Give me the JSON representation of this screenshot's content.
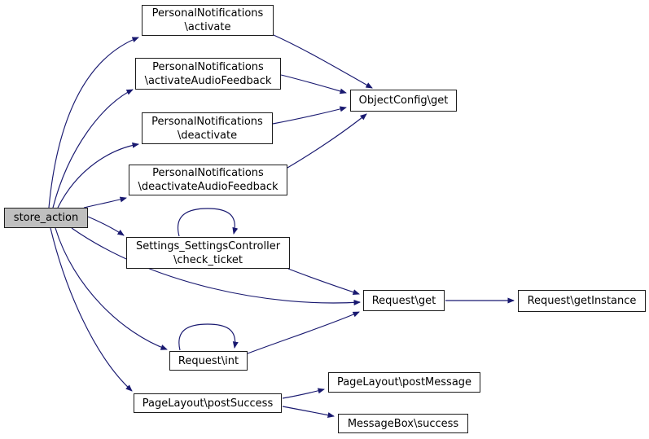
{
  "graph": {
    "colors": {
      "background": "#ffffff",
      "edge": "#191970",
      "node_border": "#1c1c1c",
      "node_fill": "#ffffff",
      "focus_node_fill": "#bfbfbf",
      "text": "#000000"
    },
    "nodes": {
      "store_action": {
        "lines": [
          "store_action"
        ],
        "focus": true
      },
      "activate": {
        "lines": [
          "PersonalNotifications",
          "\\activate"
        ]
      },
      "activate_audio": {
        "lines": [
          "PersonalNotifications",
          "\\activateAudioFeedback"
        ]
      },
      "deactivate": {
        "lines": [
          "PersonalNotifications",
          "\\deactivate"
        ]
      },
      "deactivate_audio": {
        "lines": [
          "PersonalNotifications",
          "\\deactivateAudioFeedback"
        ]
      },
      "object_config_get": {
        "lines": [
          "ObjectConfig\\get"
        ]
      },
      "check_ticket": {
        "lines": [
          "Settings_SettingsController",
          "\\check_ticket"
        ]
      },
      "request_get": {
        "lines": [
          "Request\\get"
        ]
      },
      "request_get_instance": {
        "lines": [
          "Request\\getInstance"
        ]
      },
      "request_int": {
        "lines": [
          "Request\\int"
        ]
      },
      "post_success": {
        "lines": [
          "PageLayout\\postSuccess"
        ]
      },
      "post_message": {
        "lines": [
          "PageLayout\\postMessage"
        ]
      },
      "message_box_success": {
        "lines": [
          "MessageBox\\success"
        ]
      }
    },
    "edges": [
      {
        "from": "store_action",
        "to": "activate"
      },
      {
        "from": "store_action",
        "to": "activate_audio"
      },
      {
        "from": "store_action",
        "to": "deactivate"
      },
      {
        "from": "store_action",
        "to": "deactivate_audio"
      },
      {
        "from": "store_action",
        "to": "check_ticket"
      },
      {
        "from": "store_action",
        "to": "request_get"
      },
      {
        "from": "store_action",
        "to": "request_int"
      },
      {
        "from": "store_action",
        "to": "post_success"
      },
      {
        "from": "activate",
        "to": "object_config_get"
      },
      {
        "from": "activate_audio",
        "to": "object_config_get"
      },
      {
        "from": "deactivate",
        "to": "object_config_get"
      },
      {
        "from": "deactivate_audio",
        "to": "object_config_get"
      },
      {
        "from": "check_ticket",
        "to": "check_ticket"
      },
      {
        "from": "check_ticket",
        "to": "request_get"
      },
      {
        "from": "request_int",
        "to": "request_int"
      },
      {
        "from": "request_int",
        "to": "request_get"
      },
      {
        "from": "request_get",
        "to": "request_get_instance"
      },
      {
        "from": "post_success",
        "to": "post_message"
      },
      {
        "from": "post_success",
        "to": "message_box_success"
      }
    ]
  }
}
